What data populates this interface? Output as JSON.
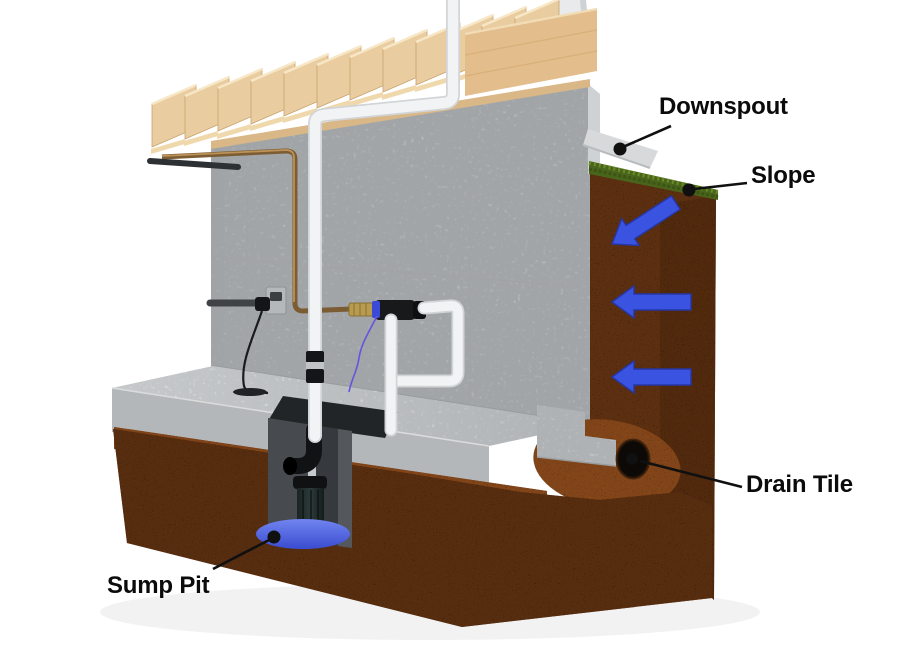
{
  "labels": {
    "downspout": "Downspout",
    "slope": "Slope",
    "drain_tile": "Drain Tile",
    "sump_pit": "Sump Pit"
  },
  "colors": {
    "arrow-blue": "#3a53e0",
    "water-blue": "#4a5ee2",
    "soil-brown": "#47220e",
    "gravel-brown": "#7e3f15",
    "concrete-gray": "#b6b9bb",
    "concrete-light": "#d6d8da",
    "wood-tan": "#e9cda0",
    "grass-green": "#49651c",
    "pipe-white": "#f1f2f3",
    "copper-brown": "#7c5c33",
    "label-black": "#0b0b0c"
  }
}
